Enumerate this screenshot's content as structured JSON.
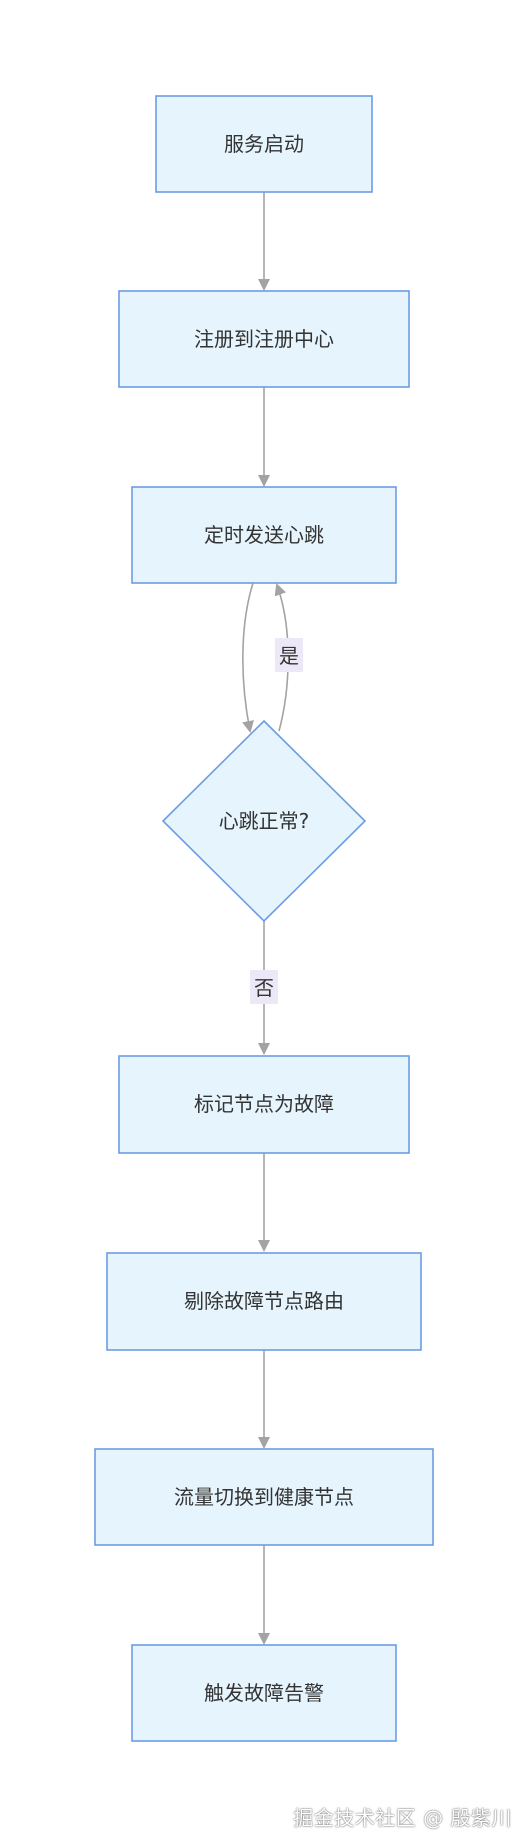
{
  "flowchart": {
    "nodes": {
      "service_start": "服务启动",
      "register": "注册到注册中心",
      "heartbeat": "定时发送心跳",
      "heartbeat_ok": "心跳正常?",
      "mark_faulty": "标记节点为故障",
      "remove_route": "剔除故障节点路由",
      "switch_traffic": "流量切换到健康节点",
      "trigger_alert": "触发故障告警"
    },
    "edge_labels": {
      "yes": "是",
      "no": "否"
    }
  },
  "watermark": "掘金技术社区 @ 殷紫川"
}
